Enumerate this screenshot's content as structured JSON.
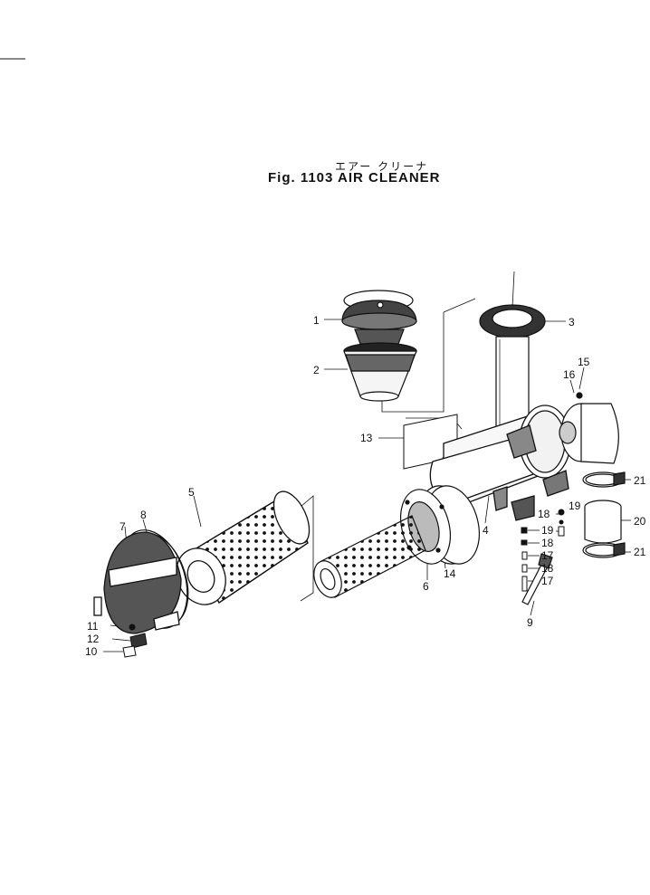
{
  "figure": {
    "title_jp": "エアー クリーナ",
    "title": "Fig. 1103 AIR CLEANER"
  },
  "callouts": [
    {
      "id": "c1",
      "label": "1"
    },
    {
      "id": "c2",
      "label": "2"
    },
    {
      "id": "c3",
      "label": "3"
    },
    {
      "id": "c4",
      "label": "4"
    },
    {
      "id": "c5",
      "label": "5"
    },
    {
      "id": "c6",
      "label": "6"
    },
    {
      "id": "c7",
      "label": "7"
    },
    {
      "id": "c8",
      "label": "8"
    },
    {
      "id": "c9",
      "label": "9"
    },
    {
      "id": "c10",
      "label": "10"
    },
    {
      "id": "c11",
      "label": "11"
    },
    {
      "id": "c12",
      "label": "12"
    },
    {
      "id": "c13",
      "label": "13"
    },
    {
      "id": "c14",
      "label": "14"
    },
    {
      "id": "c15",
      "label": "15"
    },
    {
      "id": "c16",
      "label": "16"
    },
    {
      "id": "c17a",
      "label": "17"
    },
    {
      "id": "c17b",
      "label": "17"
    },
    {
      "id": "c18a",
      "label": "18"
    },
    {
      "id": "c18b",
      "label": "18"
    },
    {
      "id": "c18c",
      "label": "18"
    },
    {
      "id": "c19a",
      "label": "19"
    },
    {
      "id": "c19b",
      "label": "19"
    },
    {
      "id": "c20",
      "label": "20"
    },
    {
      "id": "c21a",
      "label": "21"
    },
    {
      "id": "c21b",
      "label": "21"
    }
  ]
}
